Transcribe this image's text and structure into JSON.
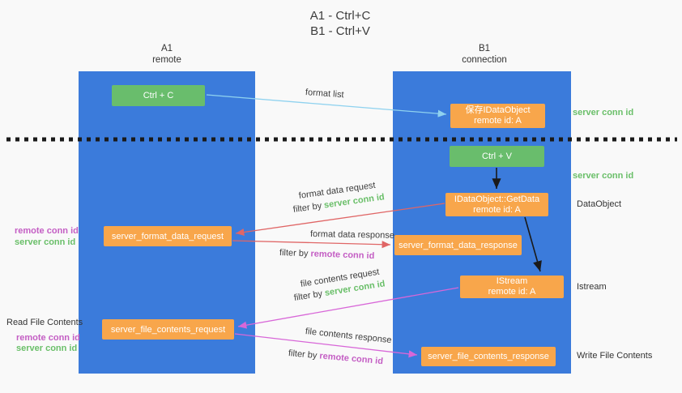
{
  "title": {
    "line1": "A1 - Ctrl+C",
    "line2": "B1 - Ctrl+V"
  },
  "lanes": {
    "left": {
      "name": "A1",
      "subtitle": "remote"
    },
    "right": {
      "name": "B1",
      "subtitle": "connection"
    }
  },
  "nodes": {
    "ctrl_c": {
      "label": "Ctrl + C"
    },
    "save_dataobject": {
      "line1": "保存IDataObject",
      "line2": "remote id: A"
    },
    "ctrl_v": {
      "label": "Ctrl + V"
    },
    "getdata": {
      "line1": "IDataObject::GetData",
      "line2": "remote id: A"
    },
    "format_request": {
      "label": "server_format_data_request"
    },
    "format_response": {
      "label": "server_format_data_response"
    },
    "istream": {
      "line1": "IStream",
      "line2": "remote id: A"
    },
    "file_request": {
      "label": "server_file_contents_request"
    },
    "file_response": {
      "label": "server_file_contents_response"
    }
  },
  "side_labels": {
    "save_server_conn": "server conn id",
    "ctrlv_server_conn": "server conn id",
    "dataobject": "DataObject",
    "request_remote_conn": "remote conn id",
    "request_server_conn": "server conn id",
    "istream": "Istream",
    "read_file": "Read File Contents",
    "file_remote_conn": "remote conn id",
    "file_server_conn": "server conn id",
    "write_file": "Write File Contents"
  },
  "arrow_labels": {
    "format_list": "format list",
    "format_request": "format data request",
    "format_request_filter_prefix": "filter by ",
    "format_request_filter_value": "server conn id",
    "format_response": "format data response",
    "format_response_filter_prefix": "filter by ",
    "format_response_filter_value": "remote conn id",
    "file_request": "file contents request",
    "file_request_filter_prefix": "filter by ",
    "file_request_filter_value": "server conn id",
    "file_response": "file contents response",
    "file_response_filter_prefix": "filter by ",
    "file_response_filter_value": "remote conn id"
  },
  "colors": {
    "lane_blue": "#3b7bdb",
    "box_green": "#69bd6c",
    "box_orange": "#f8a64b",
    "green_text": "#6abf69",
    "magenta_text": "#c45ec4",
    "arrow_blue": "#8fd2ef",
    "arrow_red": "#e06666",
    "arrow_magenta": "#d867d8",
    "arrow_black": "#1a1a1a"
  }
}
